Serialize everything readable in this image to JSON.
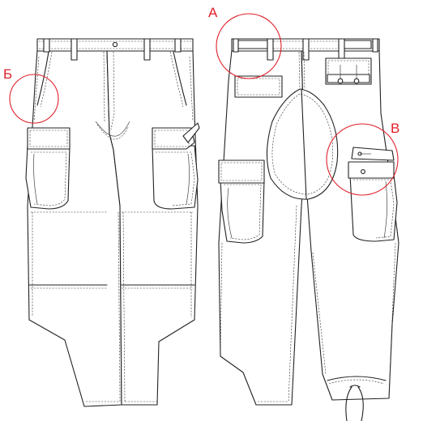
{
  "colors": {
    "line": "#222222",
    "callout": "#e0202a",
    "background": "#ffffff"
  },
  "callouts": [
    {
      "id": "a",
      "label": "А"
    },
    {
      "id": "b",
      "label": "Б"
    },
    {
      "id": "c",
      "label": "В"
    }
  ]
}
